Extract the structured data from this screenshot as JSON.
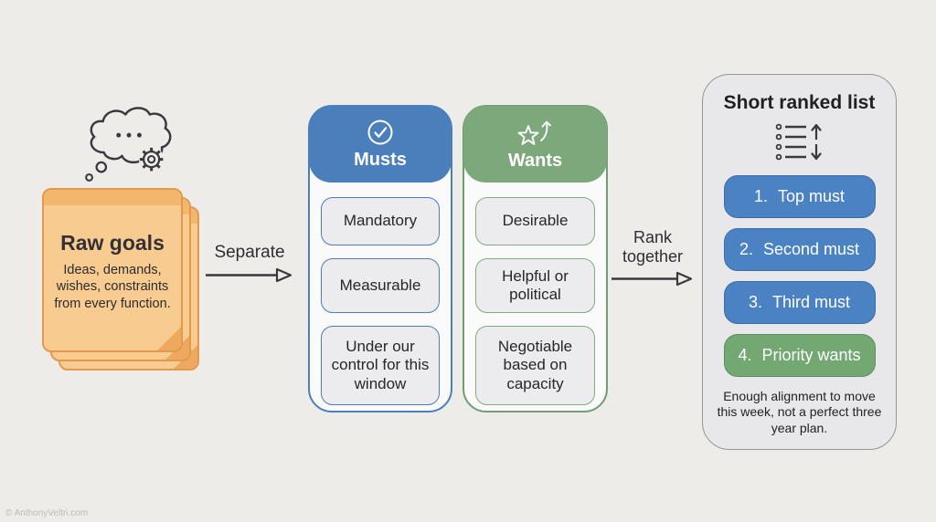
{
  "watermark": "© AnthonyVeltri.com",
  "raw_goals": {
    "title": "Raw goals",
    "description": "Ideas, demands, wishes, constraints from every function.",
    "icon": "thought-bubble-gear-icon",
    "note_fill": "#F8CC90",
    "note_band": "#F2B76D",
    "note_border": "#E2994E"
  },
  "arrows": {
    "separate_label": "Separate",
    "rank_together_label": "Rank together"
  },
  "columns": [
    {
      "title": "Musts",
      "icon": "check-circle-icon",
      "color": "#4A7FBC",
      "items": [
        "Mandatory",
        "Measurable",
        "Under our control for this window"
      ]
    },
    {
      "title": "Wants",
      "icon": "star-rising-arrow-icon",
      "color": "#7CA87C",
      "items": [
        "Desirable",
        "Helpful or political",
        "Negotiable based on capacity"
      ]
    }
  ],
  "ranked_list": {
    "title": "Short ranked list",
    "icon": "sortable-list-icon",
    "items": [
      {
        "rank": "1.",
        "label": "Top must",
        "color": "#4B82C4"
      },
      {
        "rank": "2.",
        "label": "Second must",
        "color": "#4B82C4"
      },
      {
        "rank": "3.",
        "label": "Third must",
        "color": "#4B82C4"
      },
      {
        "rank": "4.",
        "label": "Priority wants",
        "color": "#73A873"
      }
    ],
    "note": "Enough alignment to move this week, not a perfect three year plan."
  }
}
